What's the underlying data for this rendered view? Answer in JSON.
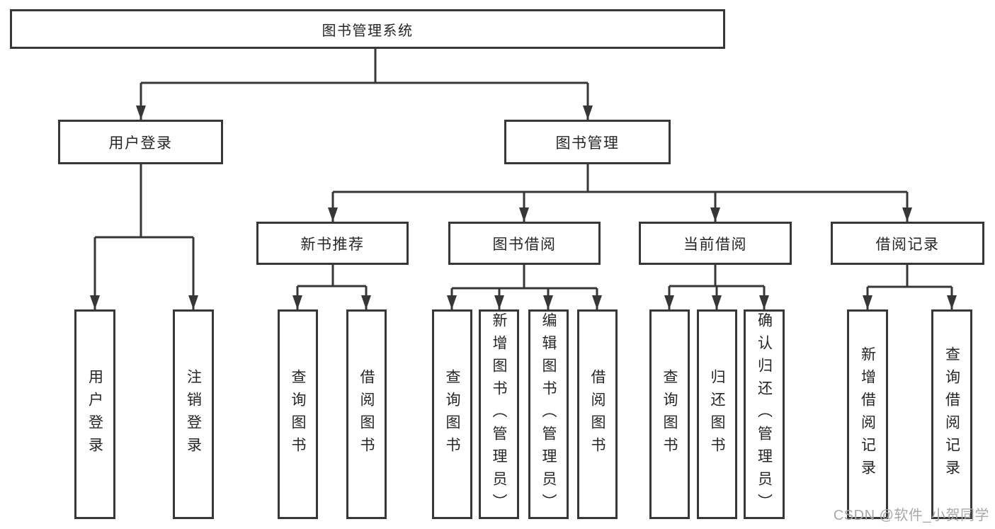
{
  "tree": {
    "root": "图书管理系统",
    "branches": [
      {
        "label": "用户登录",
        "children": [
          {
            "label": "用户登录"
          },
          {
            "label": "注销登录"
          }
        ]
      },
      {
        "label": "图书管理",
        "sections": [
          {
            "label": "新书推荐",
            "children": [
              {
                "label": "查询图书"
              },
              {
                "label": "借阅图书"
              }
            ]
          },
          {
            "label": "图书借阅",
            "children": [
              {
                "label": "查询图书"
              },
              {
                "label": "新增图书（管理员）"
              },
              {
                "label": "编辑图书（管理员）"
              },
              {
                "label": "借阅图书"
              }
            ]
          },
          {
            "label": "当前借阅",
            "children": [
              {
                "label": "查询图书"
              },
              {
                "label": "归还图书"
              },
              {
                "label": "确认归还（管理员）"
              }
            ]
          },
          {
            "label": "借阅记录",
            "children": [
              {
                "label": "新增借阅记录"
              },
              {
                "label": "查询借阅记录"
              }
            ]
          }
        ]
      }
    ]
  },
  "watermark": {
    "text": "CSDN @软件_小贺同学"
  },
  "colors": {
    "line": "#373737",
    "box_border": "#373737",
    "text": "#262626",
    "watermark": "#a8a8a8",
    "background": "#ffffff"
  }
}
